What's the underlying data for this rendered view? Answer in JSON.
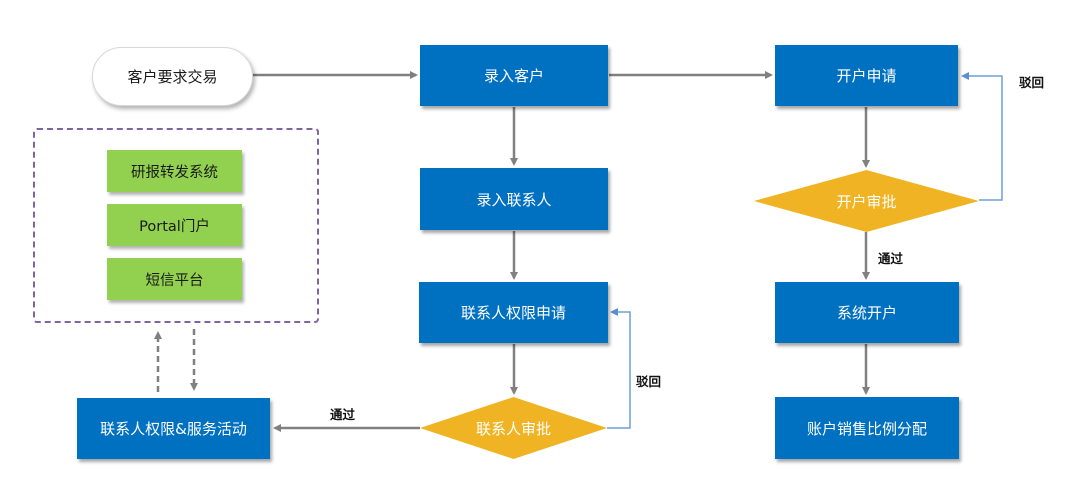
{
  "diagram": {
    "type": "flowchart",
    "colors": {
      "process": "#0070c0",
      "decision": "#f0b323",
      "system": "#92d050",
      "arrow": "#808080",
      "reject_arrow": "#6f9fd8",
      "group_border": "#8064a2"
    },
    "start": {
      "label": "客户要求交易"
    },
    "nodes": {
      "enter_customer": {
        "label": "录入客户"
      },
      "enter_contact": {
        "label": "录入联系人"
      },
      "contact_permission_apply": {
        "label": "联系人权限申请"
      },
      "contact_approval": {
        "label": "联系人审批"
      },
      "contact_service": {
        "label": "联系人权限&服务活动"
      },
      "account_apply": {
        "label": "开户申请"
      },
      "account_approval": {
        "label": "开户审批"
      },
      "system_open": {
        "label": "系统开户"
      },
      "sales_ratio": {
        "label": "账户销售比例分配"
      }
    },
    "systems_group": {
      "items": [
        {
          "label": "研报转发系统"
        },
        {
          "label": "Portal门户"
        },
        {
          "label": "短信平台"
        }
      ]
    },
    "edge_labels": {
      "contact_pass": "通过",
      "contact_reject": "驳回",
      "account_pass": "通过",
      "account_reject": "驳回"
    },
    "edges": [
      {
        "from": "start",
        "to": "enter_customer"
      },
      {
        "from": "enter_customer",
        "to": "account_apply"
      },
      {
        "from": "enter_customer",
        "to": "enter_contact"
      },
      {
        "from": "enter_contact",
        "to": "contact_permission_apply"
      },
      {
        "from": "contact_permission_apply",
        "to": "contact_approval"
      },
      {
        "from": "contact_approval",
        "to": "contact_service",
        "label": "通过"
      },
      {
        "from": "contact_approval",
        "to": "contact_permission_apply",
        "label": "驳回"
      },
      {
        "from": "contact_service",
        "to": "systems_group",
        "style": "dashed"
      },
      {
        "from": "systems_group",
        "to": "contact_service",
        "style": "dashed"
      },
      {
        "from": "account_apply",
        "to": "account_approval"
      },
      {
        "from": "account_approval",
        "to": "system_open",
        "label": "通过"
      },
      {
        "from": "account_approval",
        "to": "account_apply",
        "label": "驳回"
      },
      {
        "from": "system_open",
        "to": "sales_ratio"
      }
    ]
  }
}
